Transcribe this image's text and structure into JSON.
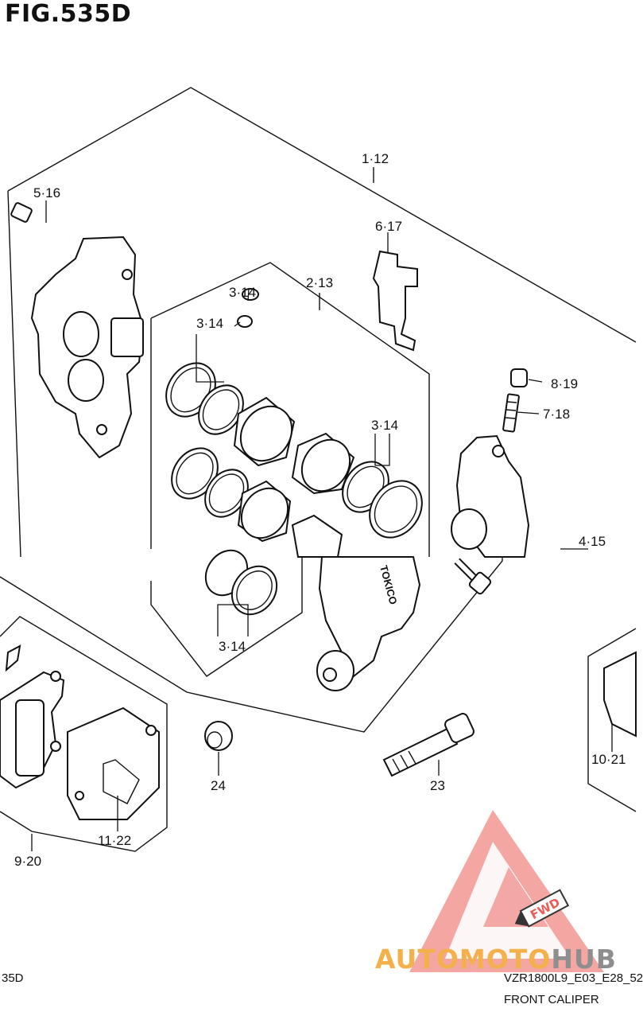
{
  "title": "FIG.535D",
  "callouts": {
    "c1": "1·12",
    "c2": "5·16",
    "c3": "6·17",
    "c4": "2·13",
    "c5": "3·14",
    "c6": "3·14",
    "c7": "8·19",
    "c8": "7·18",
    "c9": "3·14",
    "c10": "4·15",
    "c11": "3·14",
    "c12": "24",
    "c13": "23",
    "c14": "10·21",
    "c15": "11·22",
    "c16": "9·20"
  },
  "caliper_brand": "TOKICO",
  "logo": {
    "part1": "AUTOMOTO",
    "part2": "HUB",
    "badge": "FWD",
    "colors": {
      "orange": "#f4b04b",
      "red": "#e8403a",
      "grey": "#8e8e8e"
    }
  },
  "footer": {
    "left_code": "35D",
    "model_code": "VZR1800L9_E03_E28_52",
    "caption": "FRONT CALIPER"
  }
}
